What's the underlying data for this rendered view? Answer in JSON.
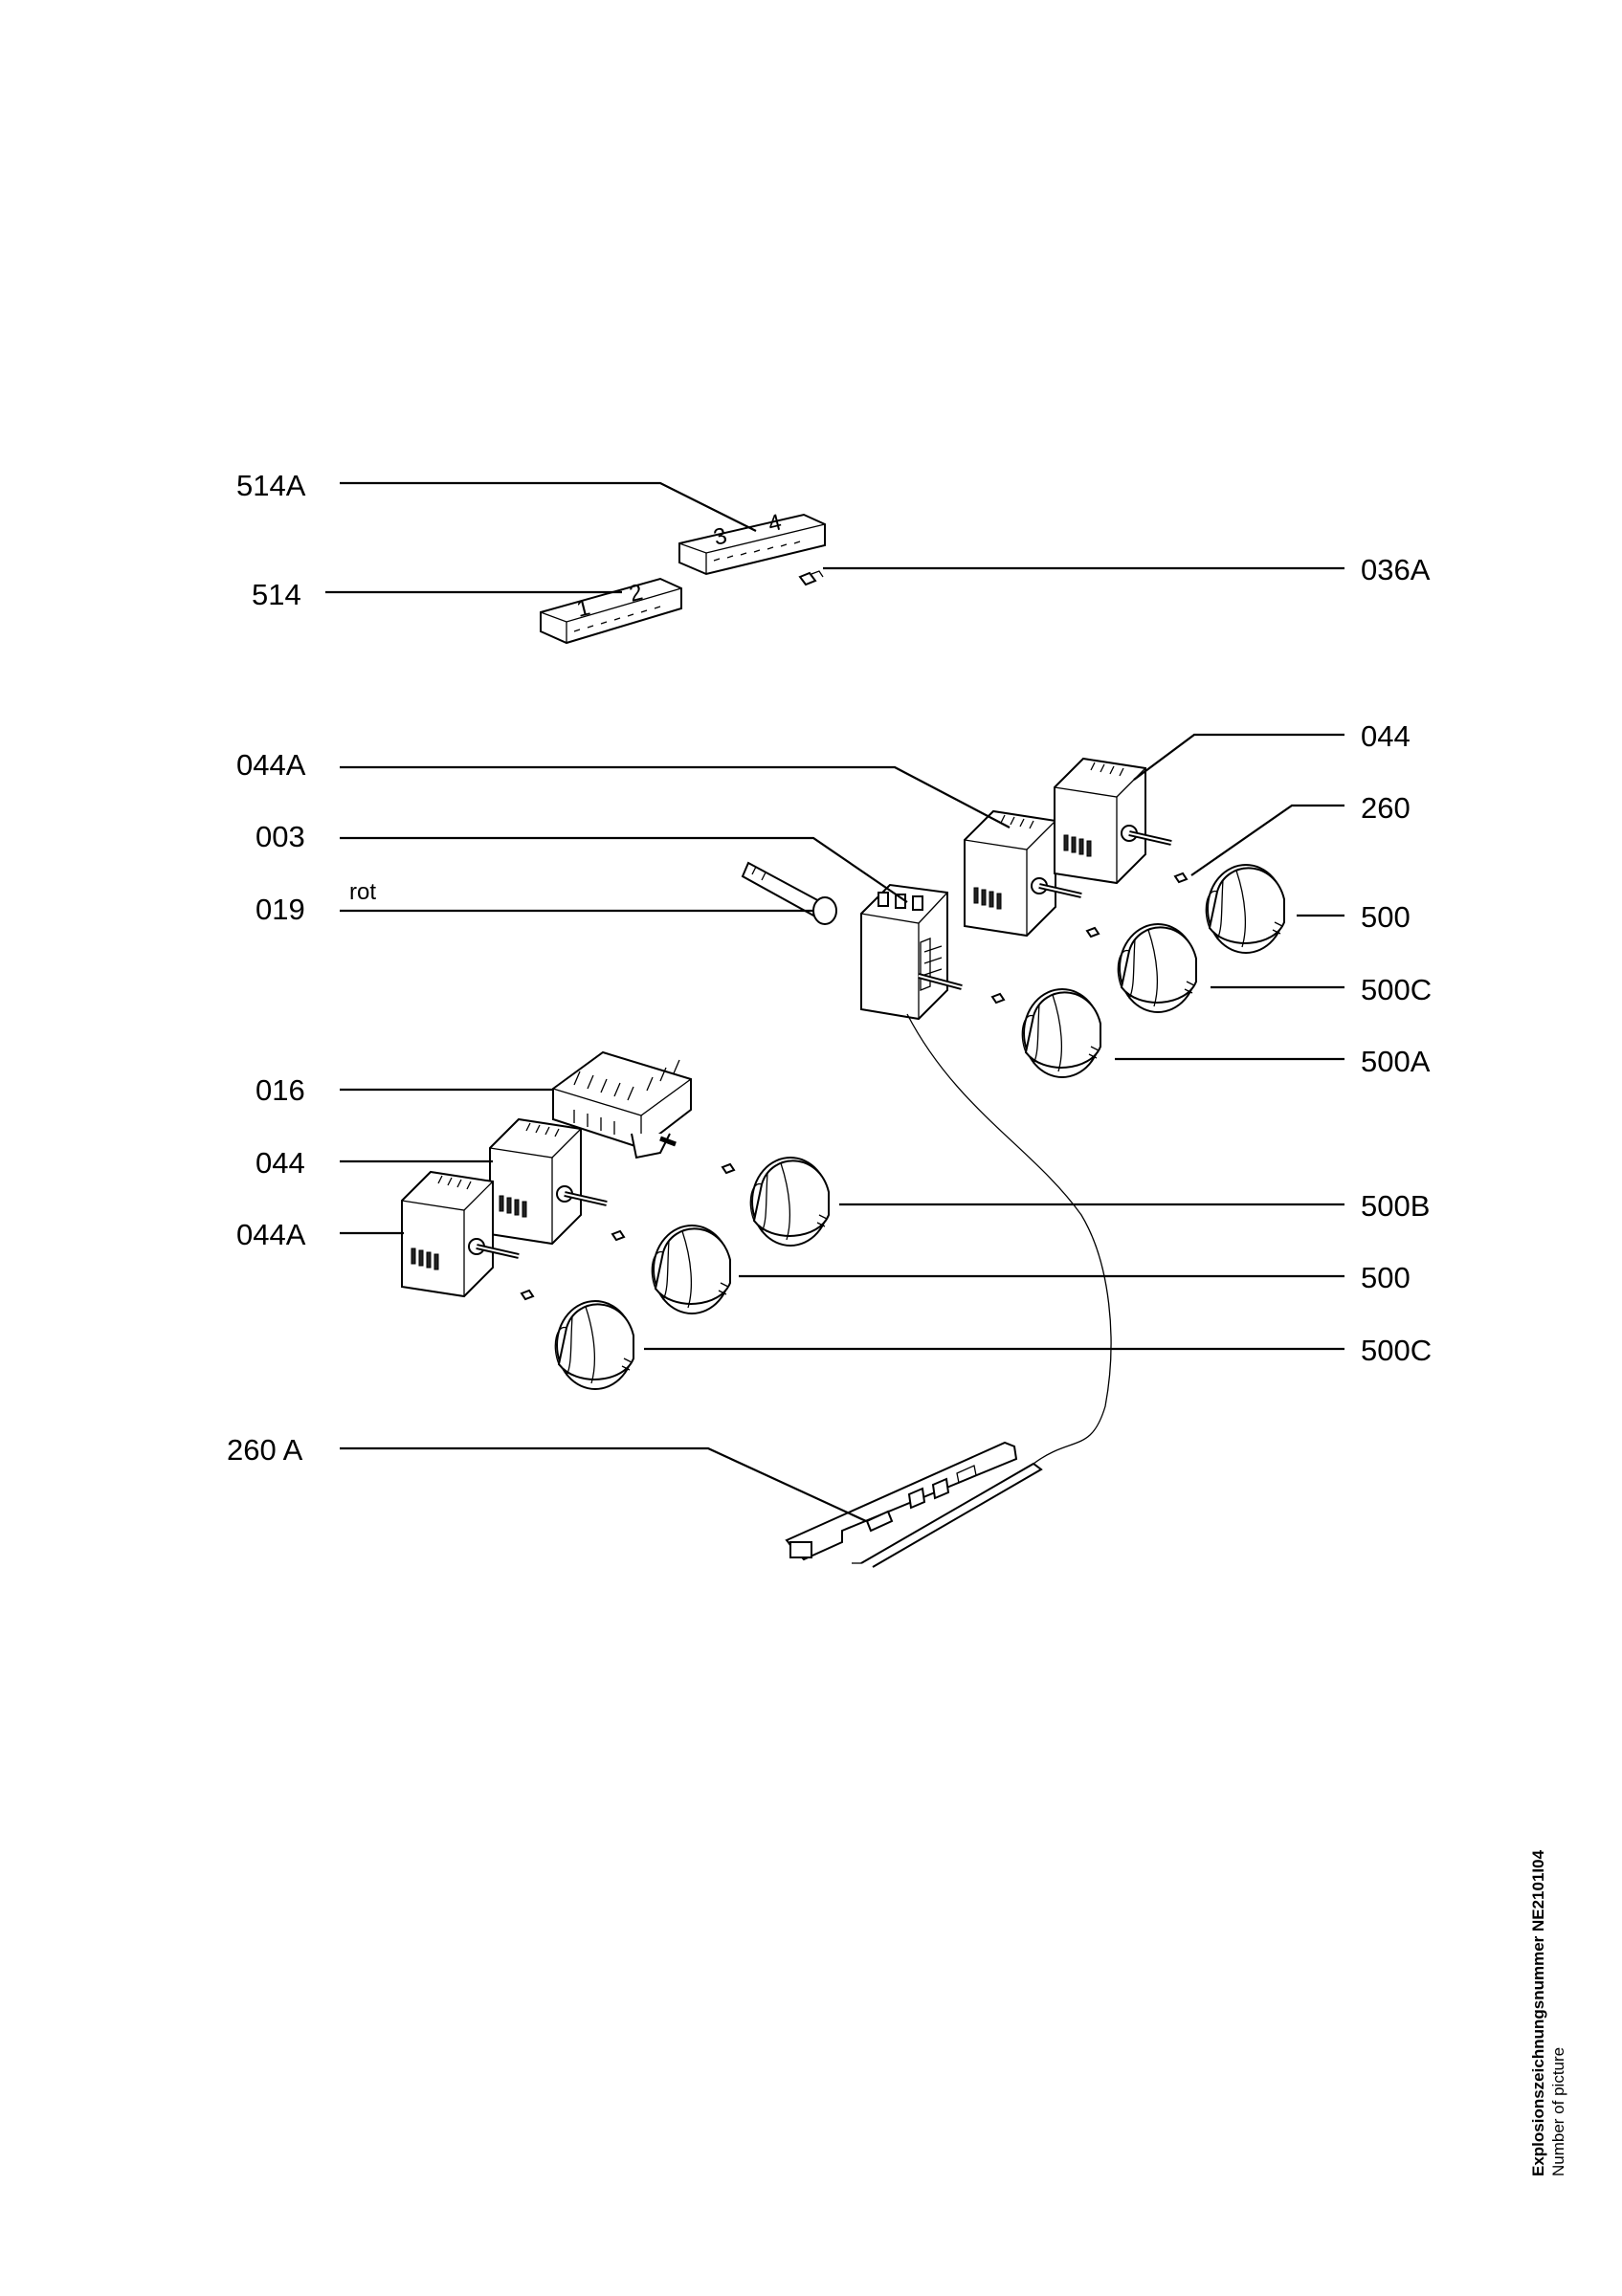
{
  "labels": {
    "l514A": "514A",
    "l514": "514",
    "l036A": "036A",
    "l044A_top": "044A",
    "l003": "003",
    "l019": "019",
    "rot": "rot",
    "l044_top": "044",
    "l260": "260",
    "l500_top": "500",
    "l500C_top": "500C",
    "l500A": "500A",
    "l016": "016",
    "l044_bot": "044",
    "l044A_bot": "044A",
    "l500B": "500B",
    "l500_bot": "500",
    "l500C_bot": "500C",
    "l260A": "260 A"
  },
  "caption": {
    "title": "Explosionszeichnungsnummer NE2101I04",
    "subtitle": "Number of picture"
  }
}
